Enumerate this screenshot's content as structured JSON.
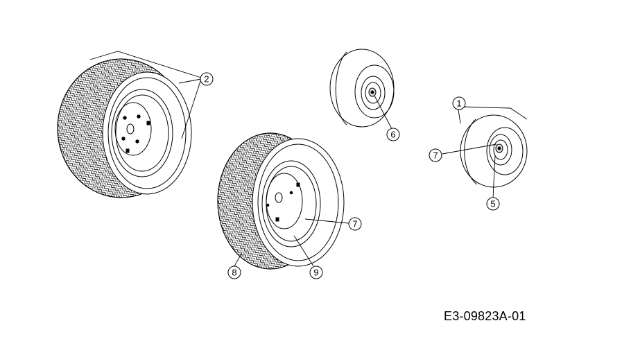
{
  "callouts": {
    "c1": "1",
    "c2": "2",
    "c5": "5",
    "c6": "6",
    "c7a": "7",
    "c7b": "7",
    "c8": "8",
    "c9": "9"
  },
  "reference_code": "E3-09823A-01",
  "colors": {
    "line": "#000000",
    "background": "#ffffff"
  }
}
